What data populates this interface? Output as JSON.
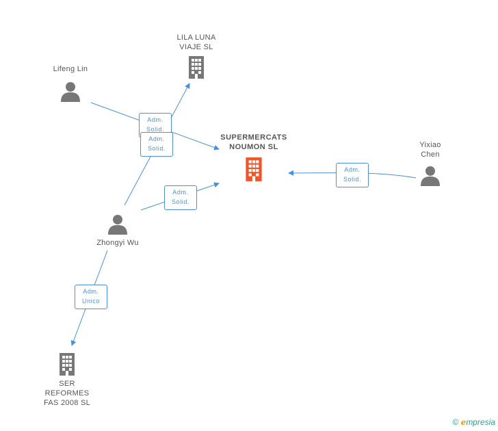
{
  "nodes": {
    "lila": {
      "label": "LILA LUNA\nVIAJE SL",
      "type": "company"
    },
    "lifeng": {
      "label": "Lifeng Lin",
      "type": "person"
    },
    "supermercats": {
      "label": "SUPERMERCATS\nNOUMON  SL",
      "type": "company-main"
    },
    "yixiao": {
      "label": "Yixiao\nChen",
      "type": "person"
    },
    "zhongyi": {
      "label": "Zhongyi Wu",
      "type": "person"
    },
    "ser": {
      "label": "SER\nREFORMES\nFAS 2008 SL",
      "type": "company"
    }
  },
  "relations": {
    "r1": "Adm.\nSolid.",
    "r2": "Adm.\nSolid.",
    "r3": "Adm.\nSolid.",
    "r4": "Adm.\nSolid.",
    "r5": "Adm.\nUnico"
  },
  "colors": {
    "edge": "#4a90d9",
    "icon": "#777777",
    "main_icon": "#f0552a"
  },
  "icons": {
    "company": "building-icon",
    "person": "person-icon"
  },
  "brand": {
    "copyright": "©",
    "e": "ℯ",
    "rest": "mpresia"
  }
}
